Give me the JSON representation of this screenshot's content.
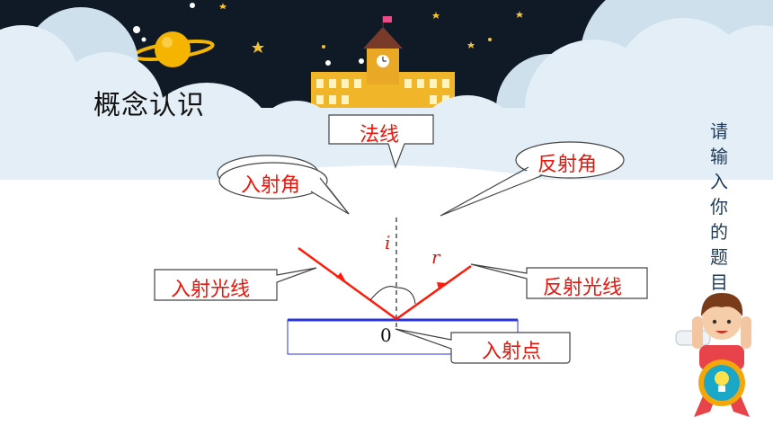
{
  "slide": {
    "title": "概念认识",
    "side_prompt": [
      "请",
      "输",
      "入",
      "你",
      "的",
      "题",
      "目"
    ]
  },
  "diagram": {
    "normal_label": "法线",
    "incidence_angle_label": "入射角",
    "reflection_angle_label": "反射角",
    "incident_ray_label": "入射光线",
    "reflected_ray_label": "反射光线",
    "incidence_point_label": "入射点",
    "angle_i": "i",
    "angle_r": "r",
    "origin": "0"
  },
  "colors": {
    "sky": "#0f1a26",
    "cloud": "#e3eef6",
    "ray": "#ff1a0a",
    "mirror": "#2a34d8",
    "label_text": "#e8160c"
  },
  "icons": [
    "planet-icon",
    "star-icon",
    "castle-icon",
    "boy-mascot-icon",
    "lightbulb-medal-icon"
  ]
}
